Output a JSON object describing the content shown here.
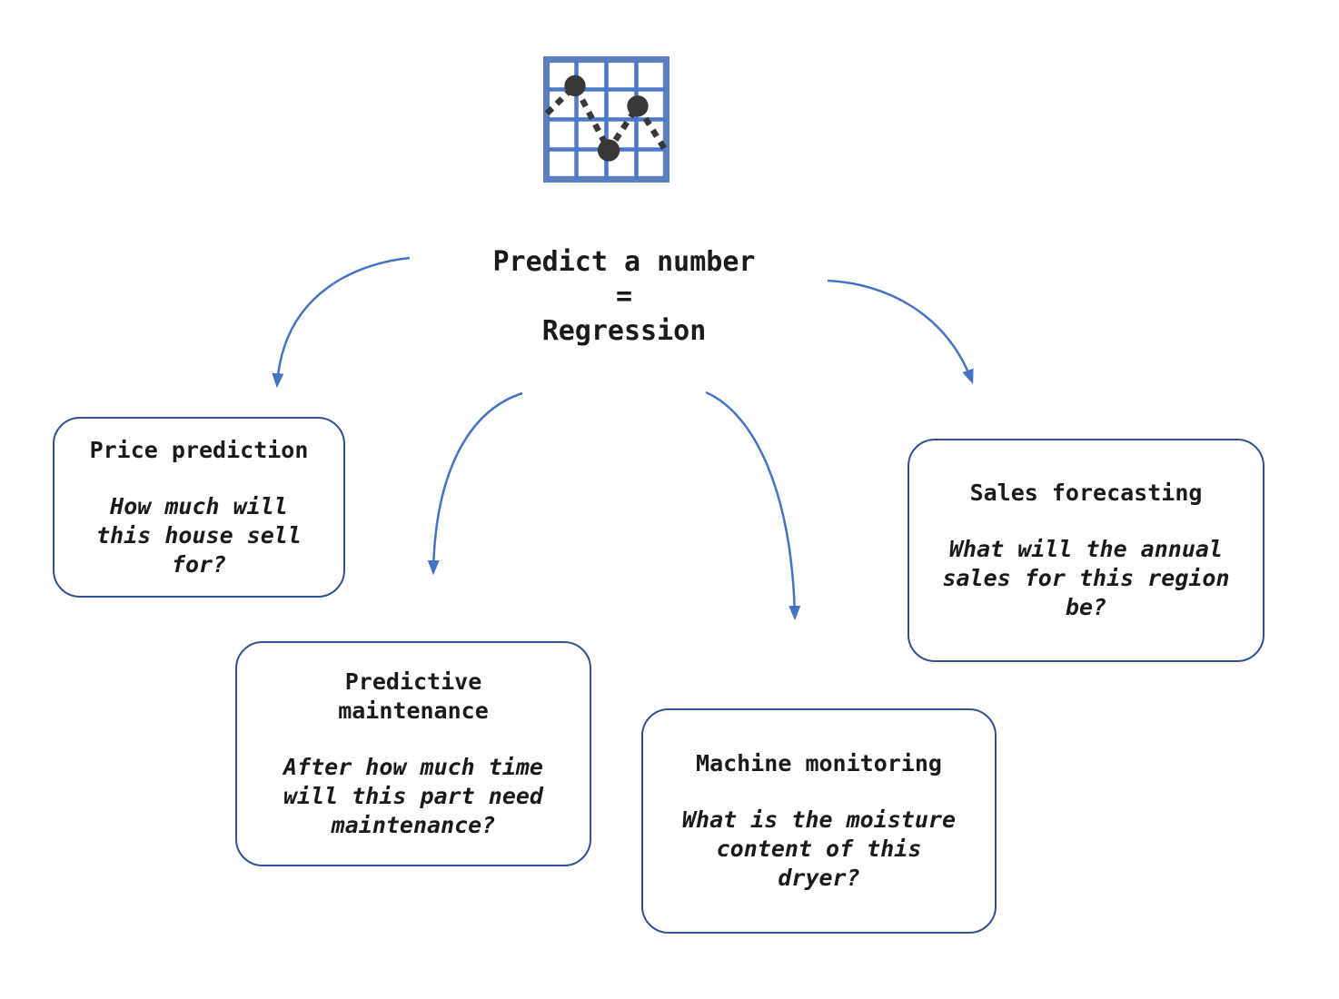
{
  "title": {
    "text": "Predict a number\n=\nRegression"
  },
  "icon": {
    "name": "line-chart-icon"
  },
  "nodes": [
    {
      "id": "price-prediction",
      "heading": "Price prediction",
      "question": "How much will\nthis house sell\nfor?"
    },
    {
      "id": "predictive-maintenance",
      "heading": "Predictive\nmaintenance",
      "question": "After how much time\nwill this part need\nmaintenance?"
    },
    {
      "id": "machine-monitoring",
      "heading": "Machine monitoring",
      "question": "What is the moisture\ncontent of this\ndryer?"
    },
    {
      "id": "sales-forecasting",
      "heading": "Sales forecasting",
      "question": "What will the annual\nsales for this region\nbe?"
    }
  ],
  "colors": {
    "arrow_blue": "#4472C4",
    "box_border": "#2F5190",
    "icon_grid_outer": "#5B7FBF",
    "icon_grid_inner": "#4D79CB",
    "icon_marker_dark": "#383838",
    "text_color": "#1A1A1A"
  }
}
